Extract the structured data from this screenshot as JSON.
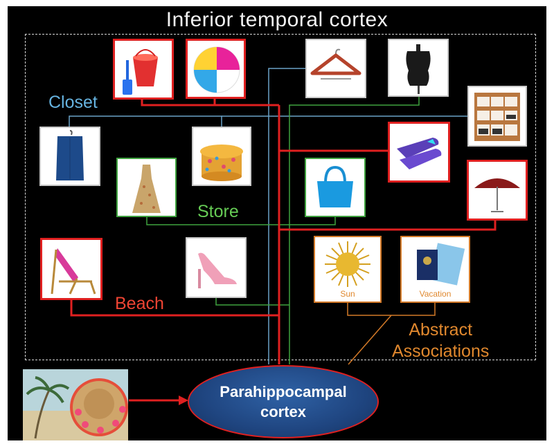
{
  "title": "Inferior temporal cortex",
  "labels": {
    "closet": "Closet",
    "store": "Store",
    "beach": "Beach",
    "abstract_line1": "Abstract",
    "abstract_line2": "Associations"
  },
  "captions": {
    "sun": "Sun",
    "vacation": "Vacation"
  },
  "target": {
    "line1": "Parahippocampal",
    "line2": "cortex"
  },
  "colors": {
    "beach": "#e02020",
    "closet": "#6aa3c8",
    "store": "#3fa33f",
    "abstract": "#d47a28",
    "target_fill": "#1f4580"
  },
  "images": [
    "bucket-and-spade",
    "beach-ball",
    "clothes-hanger",
    "mannequin-torso",
    "shoe-shelf",
    "garment-bag",
    "hat-box",
    "summer-dress",
    "blue-handbag",
    "swim-fins",
    "beach-umbrella",
    "deck-chair",
    "pink-high-heel",
    "sun",
    "passport-and-tickets",
    "beach-sun-hat"
  ]
}
